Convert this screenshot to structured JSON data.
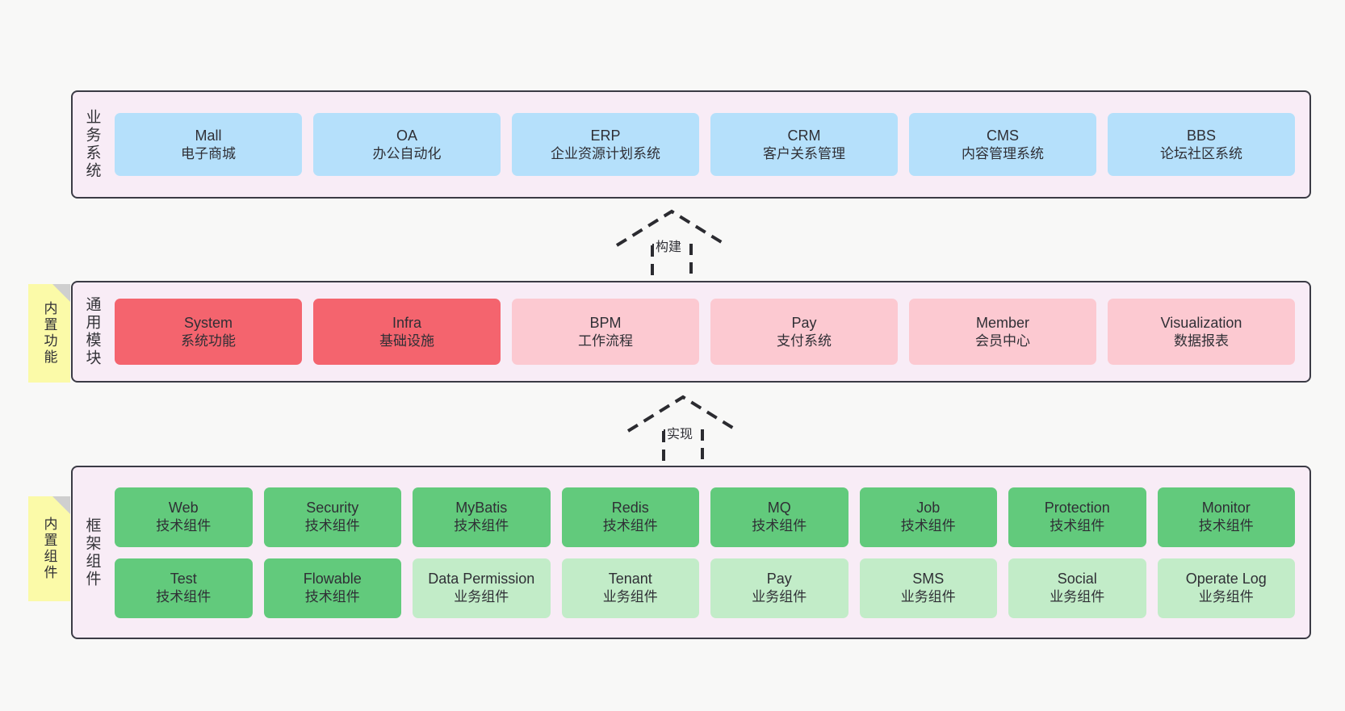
{
  "diagram": {
    "background_color": "#f8f8f7",
    "panel_color": "#f8ecf6",
    "panel_border_color": "#3b3b45",
    "sticky_color": "#fbfaa8"
  },
  "layers": [
    {
      "id": "business-system",
      "title": "业务系统",
      "rows": [
        [
          {
            "name": "Mall",
            "desc": "电子商城",
            "color": "#b5e0fb"
          },
          {
            "name": "OA",
            "desc": "办公自动化",
            "color": "#b5e0fb"
          },
          {
            "name": "ERP",
            "desc": "企业资源计划系统",
            "color": "#b5e0fb"
          },
          {
            "name": "CRM",
            "desc": "客户关系管理",
            "color": "#b5e0fb"
          },
          {
            "name": "CMS",
            "desc": "内容管理系统",
            "color": "#b5e0fb"
          },
          {
            "name": "BBS",
            "desc": "论坛社区系统",
            "color": "#b5e0fb"
          }
        ]
      ]
    },
    {
      "id": "common-module",
      "title": "通用模块",
      "sticky": "内置功能",
      "rows": [
        [
          {
            "name": "System",
            "desc": "系统功能",
            "color": "#f4646e"
          },
          {
            "name": "Infra",
            "desc": "基础设施",
            "color": "#f4646e"
          },
          {
            "name": "BPM",
            "desc": "工作流程",
            "color": "#fcc9d1"
          },
          {
            "name": "Pay",
            "desc": "支付系统",
            "color": "#fcc9d1"
          },
          {
            "name": "Member",
            "desc": "会员中心",
            "color": "#fcc9d1"
          },
          {
            "name": "Visualization",
            "desc": "数据报表",
            "color": "#fcc9d1"
          }
        ]
      ]
    },
    {
      "id": "framework-component",
      "title": "框架组件",
      "sticky": "内置组件",
      "rows": [
        [
          {
            "name": "Web",
            "desc": "技术组件",
            "color": "#62ca7c"
          },
          {
            "name": "Security",
            "desc": "技术组件",
            "color": "#62ca7c"
          },
          {
            "name": "MyBatis",
            "desc": "技术组件",
            "color": "#62ca7c"
          },
          {
            "name": "Redis",
            "desc": "技术组件",
            "color": "#62ca7c"
          },
          {
            "name": "MQ",
            "desc": "技术组件",
            "color": "#62ca7c"
          },
          {
            "name": "Job",
            "desc": "技术组件",
            "color": "#62ca7c"
          },
          {
            "name": "Protection",
            "desc": "技术组件",
            "color": "#62ca7c"
          },
          {
            "name": "Monitor",
            "desc": "技术组件",
            "color": "#62ca7c"
          }
        ],
        [
          {
            "name": "Test",
            "desc": "技术组件",
            "color": "#62ca7c"
          },
          {
            "name": "Flowable",
            "desc": "技术组件",
            "color": "#62ca7c"
          },
          {
            "name": "Data Permission",
            "desc": "业务组件",
            "color": "#c2ecc8"
          },
          {
            "name": "Tenant",
            "desc": "业务组件",
            "color": "#c2ecc8"
          },
          {
            "name": "Pay",
            "desc": "业务组件",
            "color": "#c2ecc8"
          },
          {
            "name": "SMS",
            "desc": "业务组件",
            "color": "#c2ecc8"
          },
          {
            "name": "Social",
            "desc": "业务组件",
            "color": "#c2ecc8"
          },
          {
            "name": "Operate Log",
            "desc": "业务组件",
            "color": "#c2ecc8"
          }
        ]
      ]
    }
  ],
  "connectors": [
    {
      "id": "build",
      "label": "构建",
      "style": "dashed-hollow-arrow-up"
    },
    {
      "id": "implement",
      "label": "实现",
      "style": "dashed-hollow-arrow-up"
    }
  ]
}
